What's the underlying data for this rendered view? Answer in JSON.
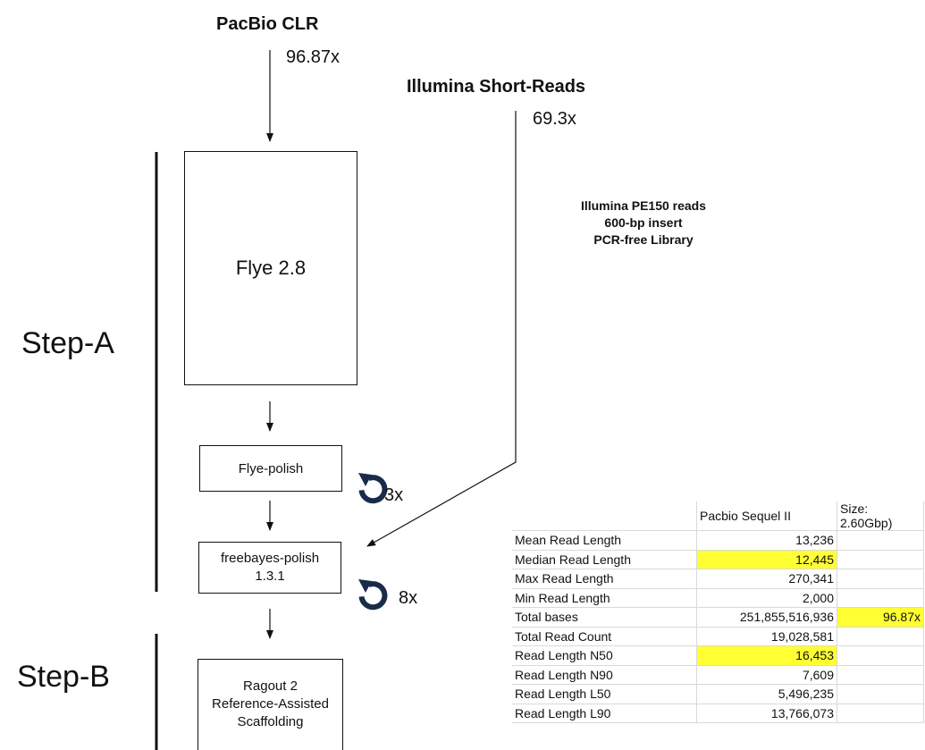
{
  "inputs": {
    "pacbio": {
      "title": "PacBio CLR",
      "coverage": "96.87x"
    },
    "illumina": {
      "title": "Illumina Short-Reads",
      "coverage": "69.3x"
    }
  },
  "illumina_note": [
    "Illumina PE150 reads",
    "600-bp insert",
    "PCR-free Library"
  ],
  "steps": {
    "a": "Step-A",
    "b": "Step-B"
  },
  "boxes": {
    "flye": "Flye 2.8",
    "flye_polish": "Flye-polish",
    "freebayes": [
      "freebayes-polish",
      "1.3.1"
    ],
    "ragout": [
      "Ragout 2",
      "Reference-Assisted",
      "Scaffolding"
    ]
  },
  "loops": {
    "flye_polish": "3x",
    "freebayes": "8x"
  },
  "colors": {
    "loop_icon": "#1a2b4a",
    "highlight": "#ffff33"
  },
  "table": {
    "headers": [
      "",
      "Pacbio Sequel II",
      "Size: 2.60Gbp)"
    ],
    "rows": [
      {
        "label": "Mean Read Length",
        "value": "13,236",
        "extra": "",
        "hl_value": false,
        "hl_extra": false
      },
      {
        "label": "Median Read Length",
        "value": "12,445",
        "extra": "",
        "hl_value": true,
        "hl_extra": false
      },
      {
        "label": "Max Read Length",
        "value": "270,341",
        "extra": "",
        "hl_value": false,
        "hl_extra": false
      },
      {
        "label": "Min Read Length",
        "value": "2,000",
        "extra": "",
        "hl_value": false,
        "hl_extra": false
      },
      {
        "label": "Total bases",
        "value": "251,855,516,936",
        "extra": "96.87x",
        "hl_value": false,
        "hl_extra": true
      },
      {
        "label": "Total Read Count",
        "value": "19,028,581",
        "extra": "",
        "hl_value": false,
        "hl_extra": false
      },
      {
        "label": "Read Length N50",
        "value": "16,453",
        "extra": "",
        "hl_value": true,
        "hl_extra": false
      },
      {
        "label": "Read Length N90",
        "value": "7,609",
        "extra": "",
        "hl_value": false,
        "hl_extra": false
      },
      {
        "label": "Read Length L50",
        "value": "5,496,235",
        "extra": "",
        "hl_value": false,
        "hl_extra": false
      },
      {
        "label": "Read Length L90",
        "value": "13,766,073",
        "extra": "",
        "hl_value": false,
        "hl_extra": false
      }
    ]
  }
}
